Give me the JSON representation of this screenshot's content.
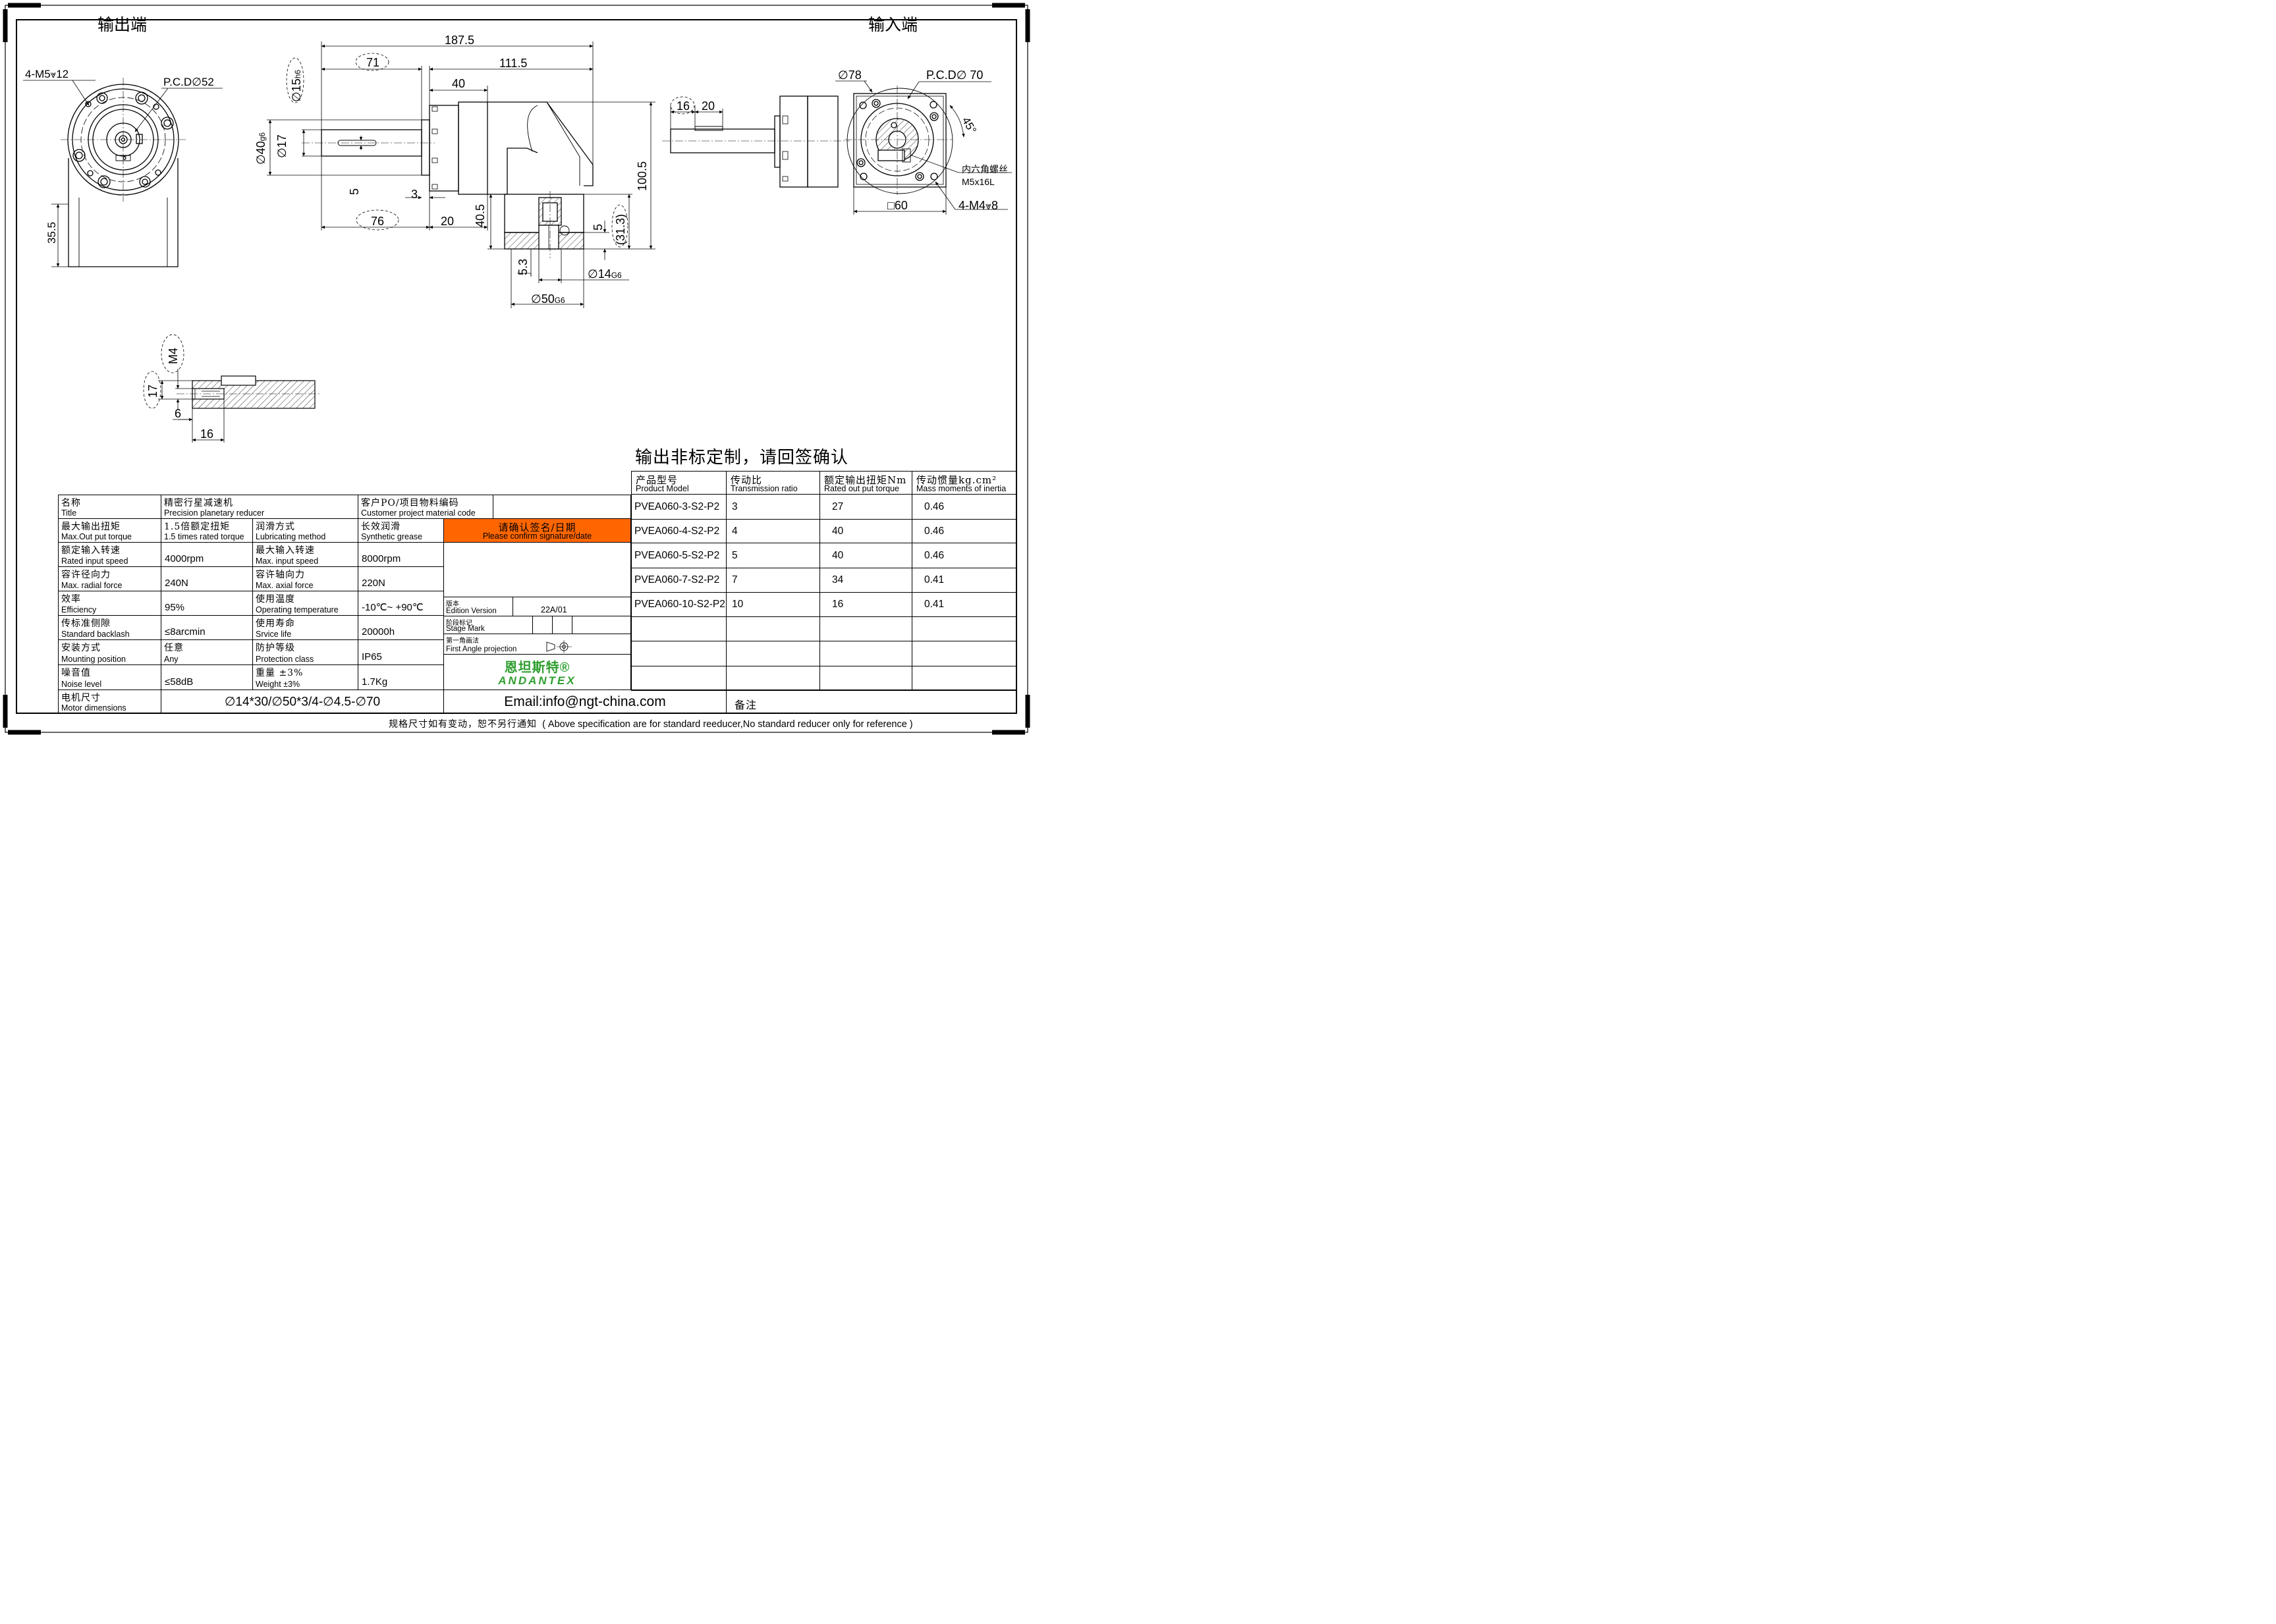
{
  "labels": {
    "output_end": "输出端",
    "input_end": "输入端",
    "front_bolt": "4-M5",
    "front_bolt_depth": "12",
    "pcd_out": "P.C.D",
    "pcd_out_value": "52",
    "dim_35_5": "35.5",
    "dim_187_5": "187.5",
    "dim_71": "71",
    "dim_111_5": "111.5",
    "dim_40": "40",
    "dim_15h6": "15",
    "dim_15h6_tol": "h6",
    "dim_40g6": "40",
    "dim_40g6_tol": "g6",
    "dim_17": "17",
    "dim_5": "5",
    "dim_3": "3",
    "dim_76": "76",
    "dim_20": "20",
    "dim_40_5": "40.5",
    "dim_100_5": "100.5",
    "dim_5b": "5",
    "dim_31_3": "(31.3)",
    "dim_5_3": "5.3",
    "dim_14g6": "14",
    "dim_14g6_tol": "G6",
    "dim_50g6": "50",
    "dim_50g6_tol": "G6",
    "dim_16": "16",
    "dim_20b": "20",
    "dim_78": "78",
    "pcd_in": "P.C.D",
    "pcd_in_value": "70",
    "angle_45": "45°",
    "hex_screw_cn": "内六角螺丝",
    "hex_screw_en": "M5x16L",
    "square_60": "□60",
    "input_bolt": "4-M4",
    "input_bolt_depth": "8",
    "dim_m4": "M4",
    "dim_17b": "17",
    "dim_6": "6",
    "dim_16b": "16"
  },
  "custom_note": "输出非标定制，请回签确认",
  "spec": {
    "title_cn": "名称",
    "title_en": "Title",
    "title_value_cn": "精密行星减速机",
    "title_value_en": "Precision planetary reducer",
    "po_cn": "客户PO/项目物料编码",
    "po_en": "Customer project material code",
    "max_torque_cn": "最大输出扭矩",
    "max_torque_en": "Max.Out put torque",
    "max_torque_value_cn": "1.5倍额定扭矩",
    "max_torque_value_en": "1.5 times rated torque",
    "lube_cn": "润滑方式",
    "lube_en": "Lubricating method",
    "lube_value_cn": "长效润滑",
    "lube_value_en": "Synthetic grease",
    "confirm_cn": "请确认签名/日期",
    "confirm_en": "Please confirm signature/date",
    "rated_speed_cn": "额定输入转速",
    "rated_speed_en": "Rated input speed",
    "rated_speed_value": "4000rpm",
    "max_speed_cn": "最大输入转速",
    "max_speed_en": "Max. input speed",
    "max_speed_value": "8000rpm",
    "radial_cn": "容许径向力",
    "radial_en": "Max. radial force",
    "radial_value": "240N",
    "axial_cn": "容许轴向力",
    "axial_en": "Max. axial force",
    "axial_value": "220N",
    "eff_cn": "效率",
    "eff_en": "Efficiency",
    "eff_value": "95%",
    "temp_cn": "使用温度",
    "temp_en": "Operating temperature",
    "temp_value": "-10℃~ +90℃",
    "backlash_cn": "传标准侧隙",
    "backlash_en": "Standard backlash",
    "backlash_value": "≤8arcmin",
    "life_cn": "使用寿命",
    "life_en": "Srvice life",
    "life_value": "20000h",
    "mount_cn": "安装方式",
    "mount_en": "Mounting position",
    "mount_value_cn": "任意",
    "mount_value_en": "Any",
    "protect_cn": "防护等级",
    "protect_en": "Protection class",
    "protect_value": "IP65",
    "noise_cn": "噪音值",
    "noise_en": "Noise level",
    "noise_value": "≤58dB",
    "weight_cn": "重量 ±3%",
    "weight_en": "Weight ±3%",
    "weight_value": "1.7Kg",
    "motor_cn": "电机尺寸",
    "motor_en": "Motor dimensions",
    "motor_value": "∅14*30/∅50*3/4-∅4.5-∅70",
    "edition_cn": "版本",
    "edition_en": "Edition Version",
    "edition_value": "22A/01",
    "stage_cn": "阶段标记",
    "stage_en": "Stage Mark",
    "projection_cn": "第一角画法",
    "projection_en": "First Angle projection",
    "logo_cn": "恩坦斯特®",
    "logo_en": "ANDANTEX",
    "email": "Email:info@ngt-china.com",
    "remark_cn": "备注"
  },
  "models": {
    "headers": [
      {
        "cn": "产品型号",
        "en": "Product Model"
      },
      {
        "cn": "传动比",
        "en": "Transmission ratio"
      },
      {
        "cn": "额定输出扭矩Nm",
        "en": "Rated out put torque"
      },
      {
        "cn": "传动惯量kg.cm²",
        "en": "Mass moments of inertia"
      }
    ],
    "rows": [
      {
        "model": "PVEA060-3-S2-P2",
        "ratio": "3",
        "torque": "27",
        "inertia": "0.46"
      },
      {
        "model": "PVEA060-4-S2-P2",
        "ratio": "4",
        "torque": "40",
        "inertia": "0.46"
      },
      {
        "model": "PVEA060-5-S2-P2",
        "ratio": "5",
        "torque": "40",
        "inertia": "0.46"
      },
      {
        "model": "PVEA060-7-S2-P2",
        "ratio": "7",
        "torque": "34",
        "inertia": "0.41"
      },
      {
        "model": "PVEA060-10-S2-P2",
        "ratio": "10",
        "torque": "16",
        "inertia": "0.41"
      }
    ]
  },
  "footnote_cn": "规格尺寸如有变动，恕不另行通知",
  "footnote_en": "( Above specification are for standard reeducer,No standard reducer only for reference )"
}
